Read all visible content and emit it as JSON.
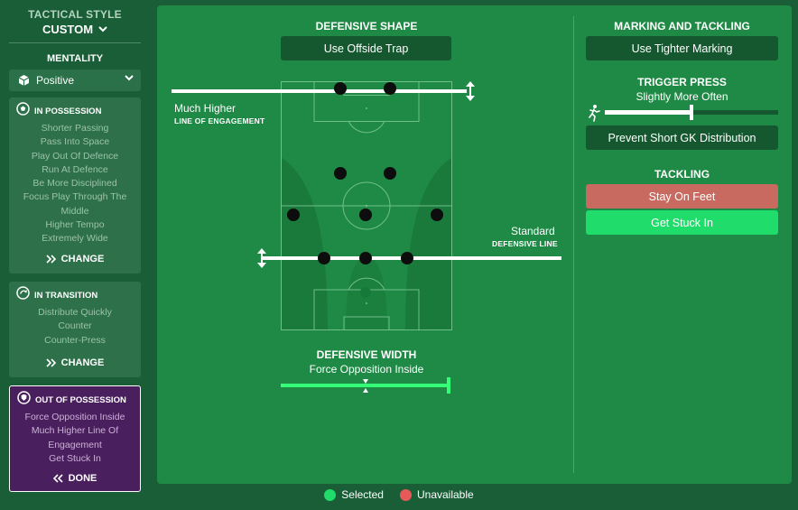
{
  "sidebar": {
    "tactical_style_label": "TACTICAL STYLE",
    "tactical_style_value": "CUSTOM",
    "mentality_label": "MENTALITY",
    "mentality_value": "Positive",
    "in_possession": {
      "title": "IN POSSESSION",
      "items": [
        "Shorter Passing",
        "Pass Into Space",
        "Play Out Of Defence",
        "Run At Defence",
        "Be More Disciplined",
        "Focus Play Through The",
        "Middle",
        "Higher Tempo",
        "Extremely Wide"
      ],
      "button": "CHANGE"
    },
    "in_transition": {
      "title": "IN TRANSITION",
      "items": [
        "Distribute Quickly",
        "Counter",
        "Counter-Press"
      ],
      "button": "CHANGE"
    },
    "out_of_possession": {
      "title": "OUT OF POSSESSION",
      "items": [
        "Force Opposition Inside",
        "Much Higher Line Of",
        "Engagement",
        "Get Stuck In"
      ],
      "button": "DONE"
    }
  },
  "defensive_shape": {
    "title": "DEFENSIVE SHAPE",
    "offside_button": "Use Offside Trap",
    "line_of_engagement_value": "Much Higher",
    "line_of_engagement_label": "LINE OF ENGAGEMENT",
    "defensive_line_value": "Standard",
    "defensive_line_label": "DEFENSIVE LINE",
    "defensive_width_title": "DEFENSIVE WIDTH",
    "defensive_width_value": "Force Opposition Inside"
  },
  "marking": {
    "title": "MARKING AND TACKLING",
    "marking_button": "Use Tighter Marking",
    "trigger_press_title": "TRIGGER PRESS",
    "trigger_press_value": "Slightly More Often",
    "trigger_press_level": 0.5,
    "gk_button": "Prevent Short GK Distribution",
    "tackling_title": "TACKLING",
    "tackling_option_unavailable": "Stay On Feet",
    "tackling_option_selected": "Get Stuck In"
  },
  "legend": {
    "selected": "Selected",
    "unavailable": "Unavailable"
  },
  "colors": {
    "panel_green": "#1e8a45",
    "background": "#195e37",
    "selected_green": "#1fdc6b",
    "unavailable_red": "#c86a60",
    "bright_green": "#33ff77",
    "oop_purple": "#4a1f5e"
  }
}
